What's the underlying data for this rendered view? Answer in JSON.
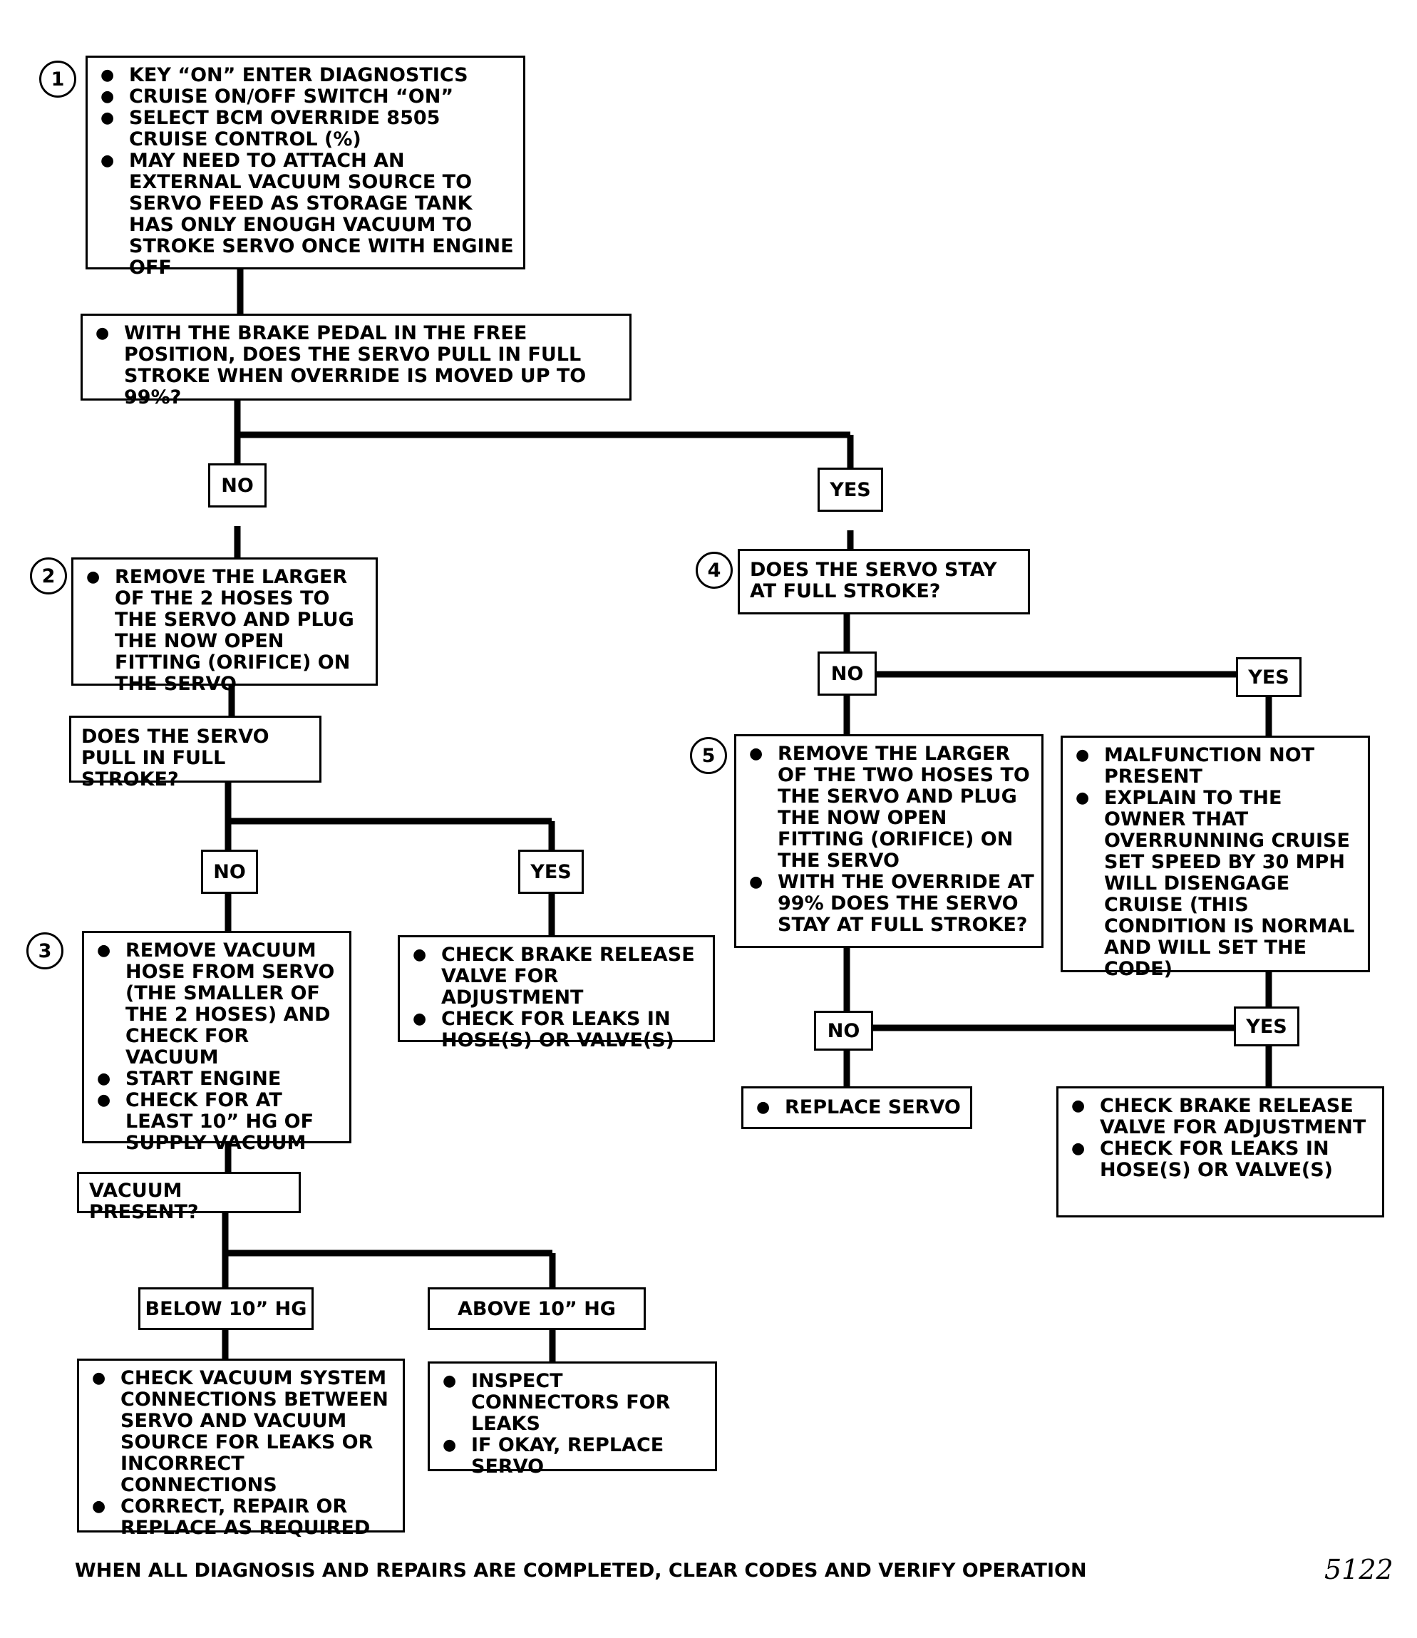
{
  "steps": {
    "s1": {
      "number": "1",
      "items": [
        "KEY “ON” ENTER DIAGNOSTICS",
        "CRUISE ON/OFF SWITCH “ON”",
        "SELECT BCM OVERRIDE 8505 CRUISE CONTROL (%)",
        "MAY NEED TO ATTACH AN EXTERNAL VACUUM SOURCE TO SERVO FEED AS STORAGE TANK HAS ONLY ENOUGH VACUUM TO STROKE SERVO ONCE WITH ENGINE OFF"
      ]
    },
    "q1": {
      "items": [
        "WITH THE BRAKE PEDAL IN THE FREE POSITION, DOES THE SERVO PULL IN FULL STROKE WHEN OVERRIDE IS MOVED UP TO 99%?"
      ]
    },
    "s2": {
      "number": "2",
      "items": [
        "REMOVE THE LARGER OF THE 2 HOSES TO THE SERVO AND PLUG THE NOW OPEN FITTING (ORIFICE) ON THE SERVO"
      ]
    },
    "q2": {
      "text": "DOES THE SERVO PULL IN FULL STROKE?"
    },
    "s3": {
      "number": "3",
      "items": [
        "REMOVE VACUUM HOSE FROM SERVO (THE SMALLER OF THE 2 HOSES) AND CHECK FOR VACUUM",
        "START ENGINE",
        "CHECK FOR AT LEAST 10” HG OF SUPPLY VACUUM"
      ]
    },
    "r_brake1": {
      "items": [
        "CHECK BRAKE RELEASE VALVE FOR ADJUSTMENT",
        "CHECK FOR LEAKS IN HOSE(S) OR VALVE(S)"
      ]
    },
    "q3": {
      "text": "VACUUM PRESENT?"
    },
    "r_below": {
      "items": [
        "CHECK VACUUM SYSTEM CONNECTIONS BETWEEN SERVO AND VACUUM SOURCE FOR LEAKS OR INCORRECT CONNECTIONS",
        "CORRECT, REPAIR OR REPLACE AS REQUIRED"
      ]
    },
    "r_above": {
      "items": [
        "INSPECT CONNECTORS FOR LEAKS",
        "IF OKAY, REPLACE SERVO"
      ]
    },
    "s4": {
      "number": "4",
      "text": "DOES THE SERVO STAY AT FULL STROKE?"
    },
    "s5": {
      "number": "5",
      "items": [
        "REMOVE THE LARGER OF THE TWO HOSES TO THE SERVO AND PLUG THE NOW OPEN FITTING (ORIFICE) ON THE SERVO",
        "WITH THE OVERRIDE AT 99% DOES THE SERVO STAY AT FULL STROKE?"
      ]
    },
    "r_nomal": {
      "items": [
        "MALFUNCTION NOT PRESENT",
        "EXPLAIN TO THE OWNER THAT OVERRUNNING CRUISE SET SPEED BY 30 MPH WILL DISENGAGE CRUISE (THIS CONDITION IS NORMAL AND WILL SET THE CODE)"
      ]
    },
    "r_replace": {
      "items": [
        "REPLACE SERVO"
      ]
    },
    "r_brake2": {
      "items": [
        "CHECK BRAKE RELEASE VALVE FOR ADJUSTMENT",
        "CHECK FOR LEAKS IN HOSE(S) OR VALVE(S)"
      ]
    }
  },
  "labels": {
    "no1": "NO",
    "yes1": "YES",
    "no2": "NO",
    "yes2": "YES",
    "no3": "NO",
    "yes3": "YES",
    "no4": "NO",
    "yes4": "YES",
    "below": "BELOW 10” HG",
    "above": "ABOVE 10” HG"
  },
  "footer": "WHEN ALL DIAGNOSIS AND REPAIRS ARE COMPLETED, CLEAR CODES AND VERIFY OPERATION",
  "page_number": "5122"
}
